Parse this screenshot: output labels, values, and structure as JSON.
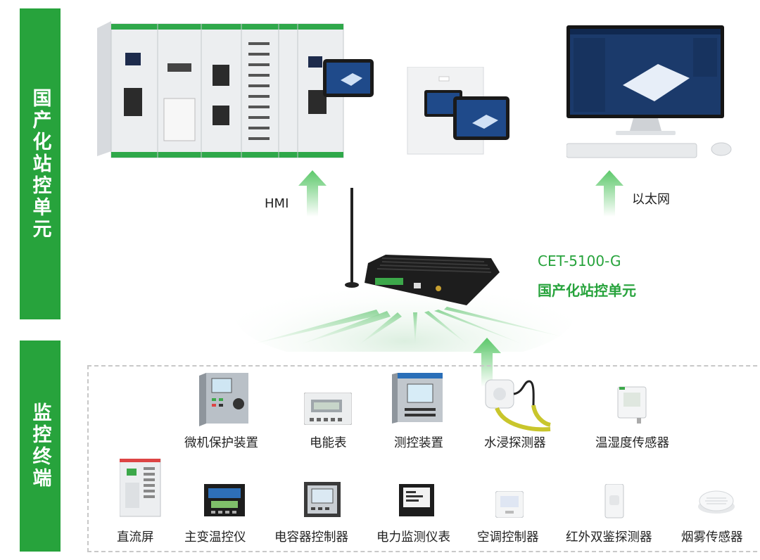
{
  "sidebar": {
    "top_label": "国产化站控单元",
    "bottom_label": "监控终端"
  },
  "connections": {
    "hmi": "HMI",
    "ethernet": "以太网"
  },
  "gateway": {
    "model": "CET-5100-G",
    "name": "国产化站控单元"
  },
  "devices_row1": [
    {
      "label": "微机保护装置",
      "icon": "protection-relay-icon"
    },
    {
      "label": "电能表",
      "icon": "energy-meter-icon"
    },
    {
      "label": "测控装置",
      "icon": "measure-control-icon"
    },
    {
      "label": "水浸探测器",
      "icon": "water-leak-detector-icon"
    },
    {
      "label": "温湿度传感器",
      "icon": "temp-humidity-sensor-icon"
    }
  ],
  "devices_row2": [
    {
      "label": "直流屏",
      "icon": "dc-panel-icon"
    },
    {
      "label": "主变温控仪",
      "icon": "transformer-temp-controller-icon"
    },
    {
      "label": "电容器控制器",
      "icon": "capacitor-controller-icon"
    },
    {
      "label": "电力监测仪表",
      "icon": "power-monitor-meter-icon"
    },
    {
      "label": "空调控制器",
      "icon": "ac-controller-icon"
    },
    {
      "label": "红外双鉴探测器",
      "icon": "infrared-detector-icon"
    },
    {
      "label": "烟雾传感器",
      "icon": "smoke-sensor-icon"
    }
  ],
  "colors": {
    "accent_green": "#27a33c",
    "arrow_green": "#6fd07a"
  }
}
